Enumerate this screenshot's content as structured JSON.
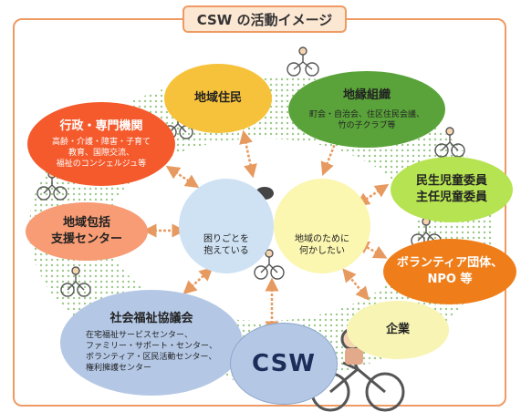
{
  "title": "CSW の活動イメージ",
  "center_left": {
    "lines": [
      "困りごとを",
      "抱えている"
    ]
  },
  "center_right": {
    "lines": [
      "地域のために",
      "何かしたい"
    ]
  },
  "nodes": {
    "chiiki_jumin": {
      "title": "地域住民",
      "color": "#f7c23b"
    },
    "chien_soshiki": {
      "title": "地縁組織",
      "sub": [
        "町会・自治会、住区住民会議、",
        "竹の子クラブ等"
      ],
      "color": "#5aa33a"
    },
    "minsei": {
      "title": [
        "民生児童委員",
        "主任児童委員"
      ],
      "color": "#b5e351"
    },
    "volunteer": {
      "title": [
        "ボランティア団体、",
        "NPO 等"
      ],
      "color": "#ef7e1a"
    },
    "kigyo": {
      "title": "企業",
      "color": "#f8f4b4"
    },
    "gyosei": {
      "title": "行政・専門機関",
      "sub": [
        "高齢・介護・障害・子育て",
        "教育、国際交流、",
        "福祉のコンシェルジュ等"
      ],
      "color": "#f45a2c"
    },
    "hokatsu": {
      "title": [
        "地域包括",
        "支援センター"
      ],
      "color": "#f79c74"
    },
    "shakyo": {
      "title": "社会福祉協議会",
      "sub": [
        "在宅福祉サービスセンター、",
        "ファミリー・サポート・センター、",
        "ボランティア・区民活動センター、",
        "権利擁護センター"
      ],
      "color": "#b4c8e6"
    },
    "csw": {
      "title": "CSW",
      "color": "#b4c8e6"
    }
  },
  "colors": {
    "ring": "#b8d9a4",
    "arrows": "#e79a60",
    "frame": "#ef9a63"
  }
}
